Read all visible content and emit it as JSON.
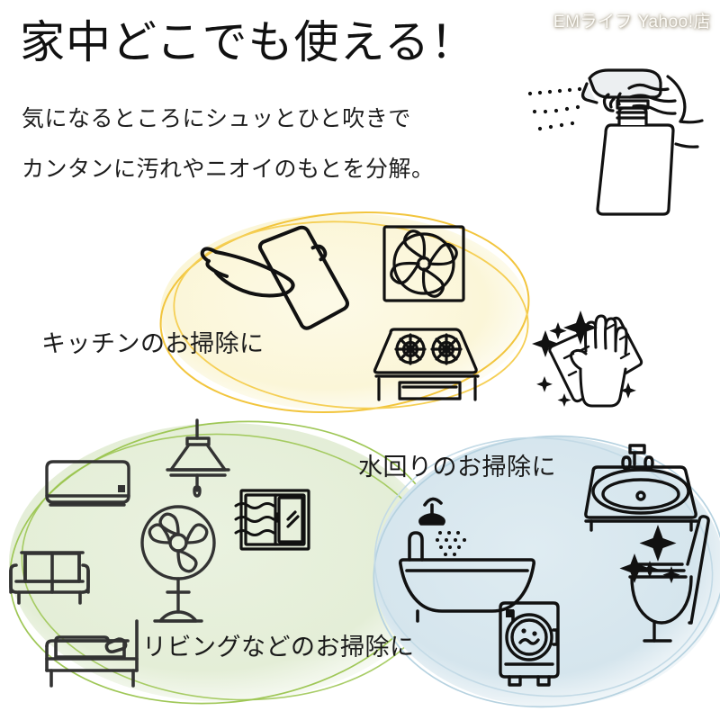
{
  "watermark": {
    "text": "EMライフ Yahoo!店"
  },
  "header": {
    "headline": "家中どこでも使える！",
    "subline_1": "気になるところにシュッとひと吹きで",
    "subline_2": "カンタンに汚れやニオイのもとを分解。"
  },
  "zones": {
    "kitchen": {
      "label": "キッチンのお掃除に",
      "fill": "#fbf7dc",
      "stroke": "#f2c53d",
      "icons": [
        "cutting-board-knife-icon",
        "range-hood-fan-icon",
        "gas-stove-icon"
      ]
    },
    "living": {
      "label": "リビングなどのお掃除に",
      "fill": "#e8f0dd",
      "stroke": "#9ac44e",
      "icons": [
        "air-conditioner-icon",
        "pendant-light-icon",
        "window-icon",
        "sofa-icon",
        "electric-fan-icon",
        "bed-icon"
      ]
    },
    "water": {
      "label": "水回りのお掃除に",
      "fill": "#d9e8ee",
      "stroke": "#b9d4e2",
      "icons": [
        "bathtub-shower-icon",
        "sink-basin-icon",
        "toilet-icon",
        "washing-machine-icon"
      ]
    }
  },
  "illustrations": {
    "spray_bottle": "hand-spray-bottle-icon",
    "spray_mist": "spray-mist-dots-icon",
    "wiping_cloth": "hand-wiping-cloth-icon",
    "sparkles_kitchen": "sparkle-icon",
    "sparkles_toilet": "sparkle-icon"
  },
  "colors": {
    "line": "#111111",
    "line_soft": "#333333",
    "kitchen_fill": "#fbf7dc",
    "kitchen_stroke": "#f2c53d",
    "living_fill": "#e8f0dd",
    "living_stroke": "#9ac44e",
    "water_fill": "#d9e8ee",
    "water_stroke": "#b9d4e2",
    "background": "#ffffff"
  }
}
